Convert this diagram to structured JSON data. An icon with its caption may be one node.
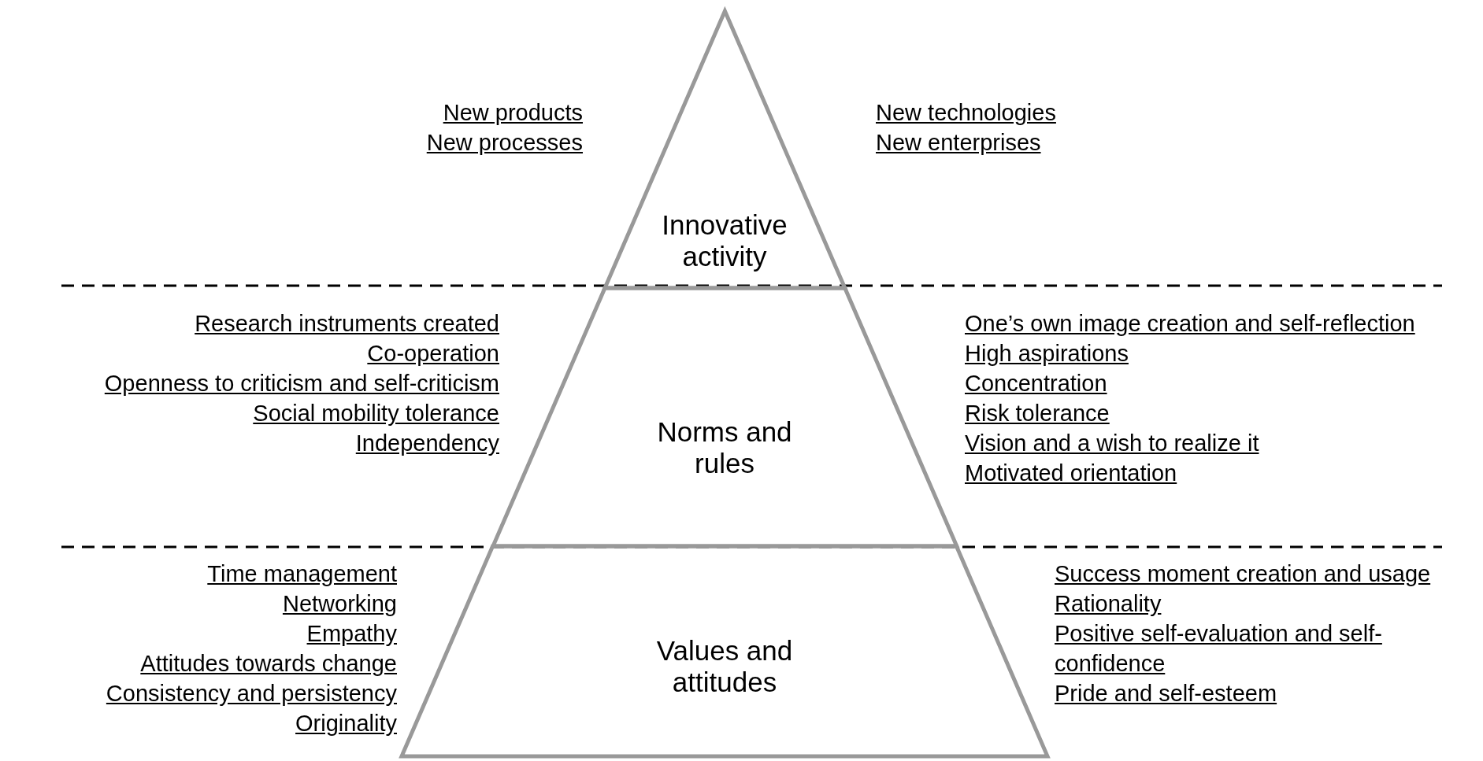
{
  "diagram": {
    "nodes": [
      {
        "text": [
          "Innovative activity"
        ]
      },
      {
        "text": [
          "Norms and rules"
        ]
      },
      {
        "text": [
          "Values and attitudes"
        ]
      }
    ],
    "labels": [
      "New products",
      "New processes",
      "New technologies",
      "New enterprises",
      "Research instruments created",
      "Co-operation",
      "Openness to criticism and self-criticism",
      "Social mobility tolerance",
      "Independency",
      "One’s own image creation and self-reflection",
      "High aspirations",
      "Concentration",
      "Risk tolerance",
      "Vision and a wish to realize it",
      "Motivated orientation",
      "Time management",
      "Networking",
      "Empathy",
      "Attitudes towards change",
      "Consistency and persistency",
      "Originality",
      "Success moment creation and usage",
      "Rationality",
      "Positive self-evaluation and self-confidence",
      "Pride and self-esteem"
    ]
  }
}
